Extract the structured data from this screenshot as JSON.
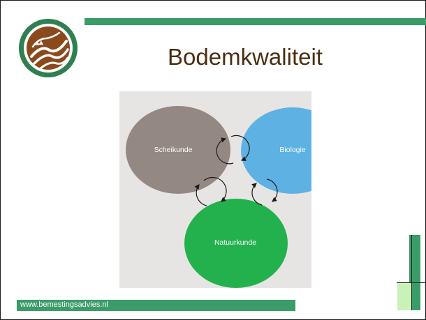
{
  "slide": {
    "title": "Bodemkwaliteit",
    "footer_url": "www.bemestingsadvies.nl"
  },
  "diagram": {
    "circles": [
      {
        "label": "Scheikunde",
        "color": "#948882"
      },
      {
        "label": "Biologie",
        "color": "#5eb1e3"
      },
      {
        "label": "Natuurkunde",
        "color": "#23b14d"
      }
    ]
  },
  "colors": {
    "accent": "#3a9c68",
    "title": "#4a2e12",
    "logo_ring": "#2e8050",
    "logo_brown": "#8a4a1c",
    "deco_light": "#c8f2b8",
    "diagram_bg": "#e7e5e3"
  }
}
